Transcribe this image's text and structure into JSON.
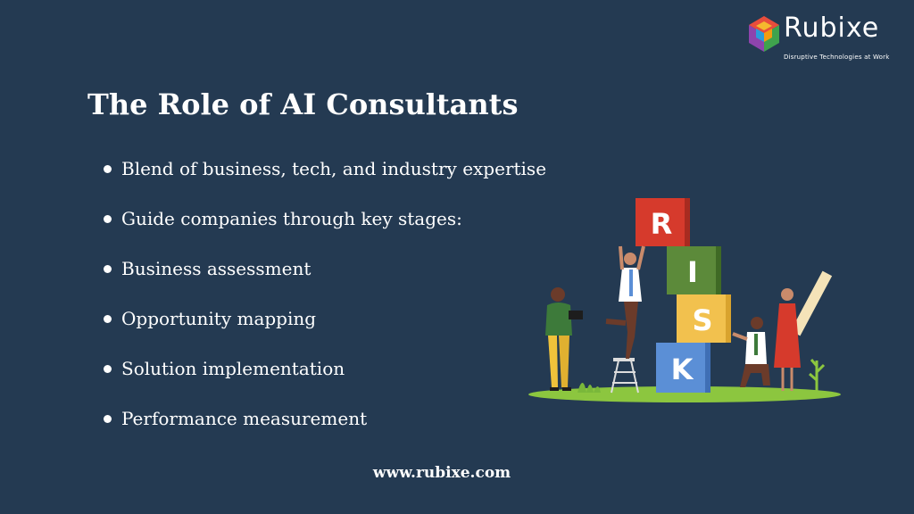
{
  "brand": {
    "name": "Rubixe",
    "tagline": "Disruptive Technologies at Work",
    "icon": "hexagon-cube-icon"
  },
  "slide": {
    "title": "The Role of AI Consultants",
    "bullets": [
      "Blend of business, tech, and industry expertise",
      "Guide companies through key stages:",
      "Business assessment",
      "Opportunity mapping",
      "Solution implementation",
      "Performance measurement"
    ],
    "footer": "www.rubixe.com"
  },
  "illustration": {
    "blocks": [
      {
        "letter": "R",
        "color": "#d63a2c"
      },
      {
        "letter": "I",
        "color": "#5c8a3a"
      },
      {
        "letter": "S",
        "color": "#f2c14e"
      },
      {
        "letter": "K",
        "color": "#5b8fd6"
      }
    ]
  },
  "colors": {
    "background": "#243a52",
    "text": "#ffffff"
  }
}
